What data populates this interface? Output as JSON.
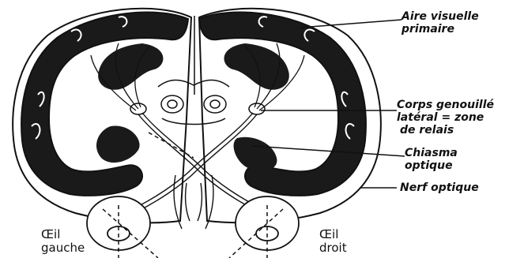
{
  "labels": {
    "visual_cortex_line1": "Aire visuelle",
    "visual_cortex_line2": "primaire",
    "lgn_line1": "Corps genouillé",
    "lgn_line2": "latéral = zone",
    "lgn_line3": "de relais",
    "chiasm_line1": "Chiasma",
    "chiasm_line2": "optique",
    "optic_nerve": "Nerf optique",
    "left_eye_line1": "Œil",
    "left_eye_line2": "gauche",
    "right_eye_line1": "Œil",
    "right_eye_line2": "droit"
  },
  "colors": {
    "ink": "#111111",
    "cortex_band": "#1a1a1a",
    "tissue": "#ffffff"
  }
}
